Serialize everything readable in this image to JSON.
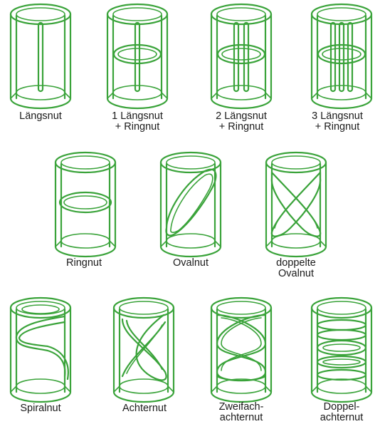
{
  "labels": {
    "laengsnut": [
      "Längsnut"
    ],
    "laengsnut1_ring": [
      "1 Längsnut",
      "+ Ringnut"
    ],
    "laengsnut2_ring": [
      "2 Längsnut",
      "+ Ringnut"
    ],
    "laengsnut3_ring": [
      "3 Längsnut",
      "+ Ringnut"
    ],
    "ringnut": [
      "Ringnut"
    ],
    "ovalnut": [
      "Ovalnut"
    ],
    "doppelte_ovalnut": [
      "doppelte",
      "Ovalnut"
    ],
    "spiralnut": [
      "Spiralnut"
    ],
    "achternut": [
      "Achternut"
    ],
    "zweifach_achternut": [
      "Zweifach-",
      "achternut"
    ],
    "doppel_achternut": [
      "Doppel-",
      "achternut"
    ]
  },
  "colors": {
    "stroke": "#3aa33a",
    "text": "#1a1a1a"
  }
}
